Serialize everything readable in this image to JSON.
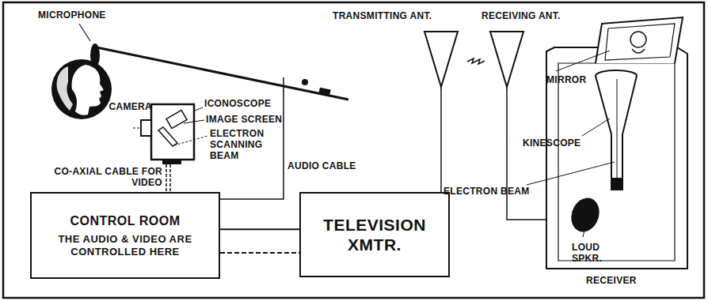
{
  "diagram": {
    "nodes": [
      {
        "text": [
          "CONTROL ROOM",
          "THE AUDIO & VIDEO ARE CONTROLLED HERE"
        ]
      },
      {
        "text": [
          "TELEVISION XMTR."
        ]
      }
    ],
    "edges": [
      {
        "from": 0,
        "to": 1,
        "arrow": "none"
      },
      {
        "from": 0,
        "to": 1,
        "arrow": "none"
      }
    ],
    "labels": [
      "MICROPHONE",
      "CAMERA",
      "ICONOSCOPE",
      "IMAGE SCREEN",
      "ELECTRON SCANNING BEAM",
      "CO-AXIAL CABLE FOR VIDEO",
      "AUDIO CABLE",
      "TRANSMITTING ANT.",
      "RECEIVING ANT.",
      "MIRROR",
      "KINESCOPE",
      "ELECTRON BEAM",
      "LOUD SPKR.",
      "RECEIVER"
    ]
  }
}
